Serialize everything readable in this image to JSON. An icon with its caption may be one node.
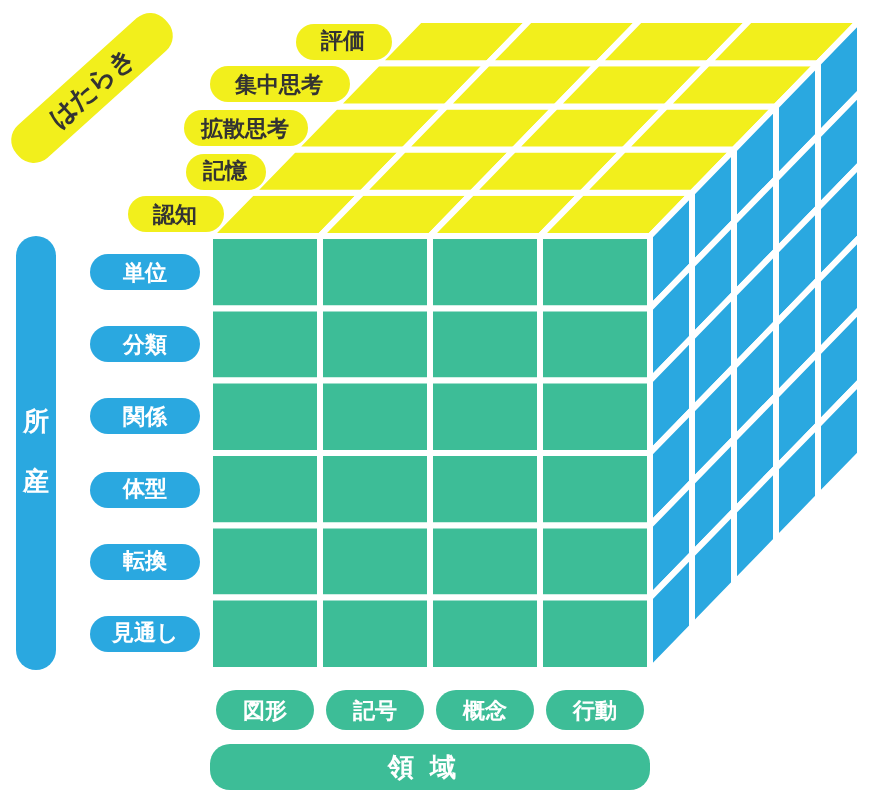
{
  "diagram": {
    "nodes": [
      {
        "text": [
          "はたらき"
        ]
      },
      {
        "text": [
          "評価"
        ]
      },
      {
        "text": [
          "集中思考"
        ]
      },
      {
        "text": [
          "拡散思考"
        ]
      },
      {
        "text": [
          "記憶"
        ]
      },
      {
        "text": [
          "認知"
        ]
      },
      {
        "text": [
          "所産"
        ]
      },
      {
        "text": [
          "単位"
        ]
      },
      {
        "text": [
          "分類"
        ]
      },
      {
        "text": [
          "関係"
        ]
      },
      {
        "text": [
          "体型"
        ]
      },
      {
        "text": [
          "転換"
        ]
      },
      {
        "text": [
          "見通し"
        ]
      },
      {
        "text": [
          "図形"
        ]
      },
      {
        "text": [
          "記号"
        ]
      },
      {
        "text": [
          "概念"
        ]
      },
      {
        "text": [
          "行動"
        ]
      },
      {
        "text": [
          "領域"
        ]
      }
    ],
    "edges": []
  }
}
